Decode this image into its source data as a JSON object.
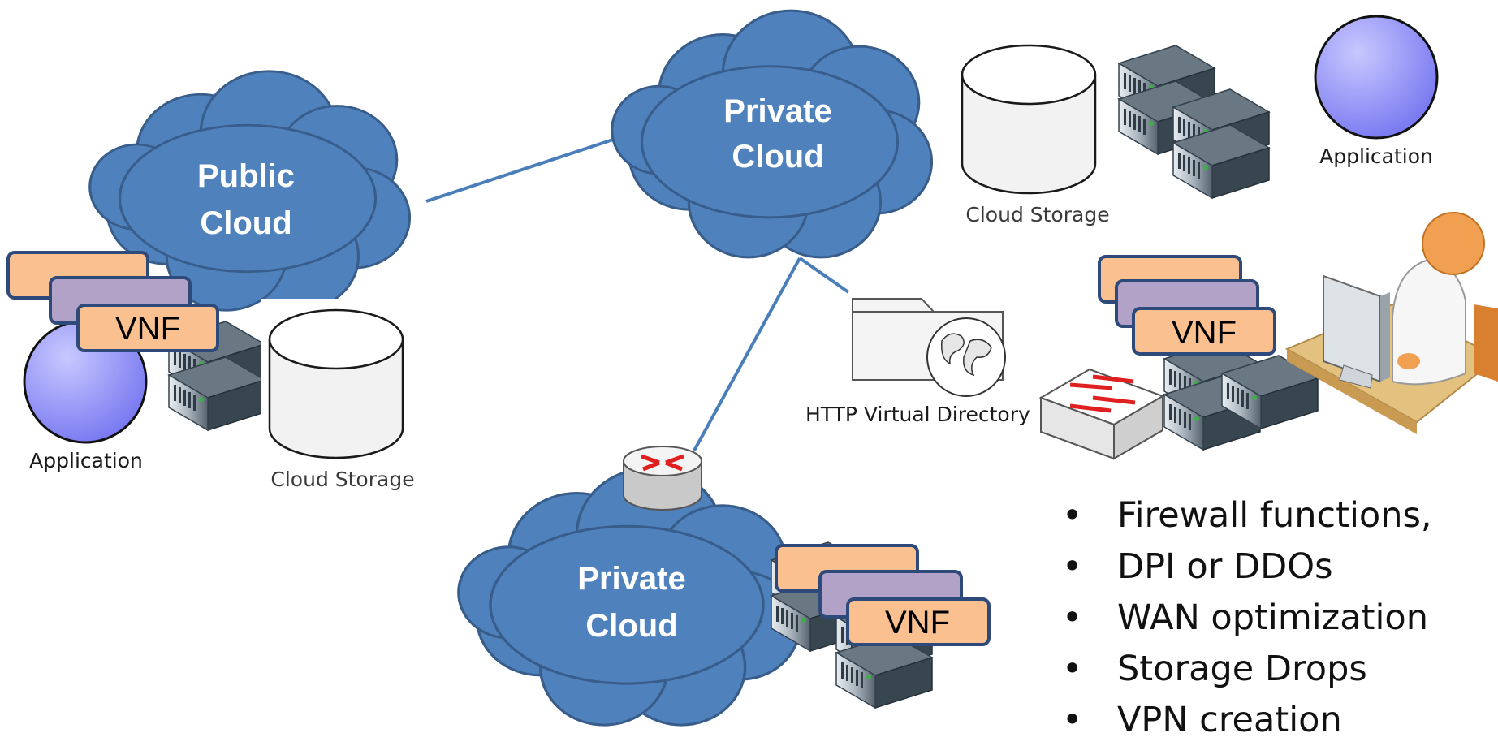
{
  "clouds": {
    "public": [
      "Public",
      "Cloud"
    ],
    "private_top": [
      "Private",
      "Cloud"
    ],
    "private_bottom": [
      "Private",
      "Cloud"
    ]
  },
  "vnf_label": "VNF",
  "application_label": "Application",
  "cloud_storage_label": "Cloud Storage",
  "http_label": "HTTP Virtual Directory",
  "bullets": [
    "Firewall functions,",
    "DPI or DDOs",
    "WAN optimization",
    "Storage Drops",
    "VPN creation"
  ],
  "colors": {
    "cloud_fill": "#4f81bd",
    "cloud_stroke": "#385d8a",
    "link_line": "#4a7ebb",
    "vnf_front": "#fac090",
    "vnf_middle": "#b3a2c7",
    "vnf_border": "#2e4a7a",
    "application_fill": "#8d8dfc",
    "router_arrow": "#e02020"
  }
}
